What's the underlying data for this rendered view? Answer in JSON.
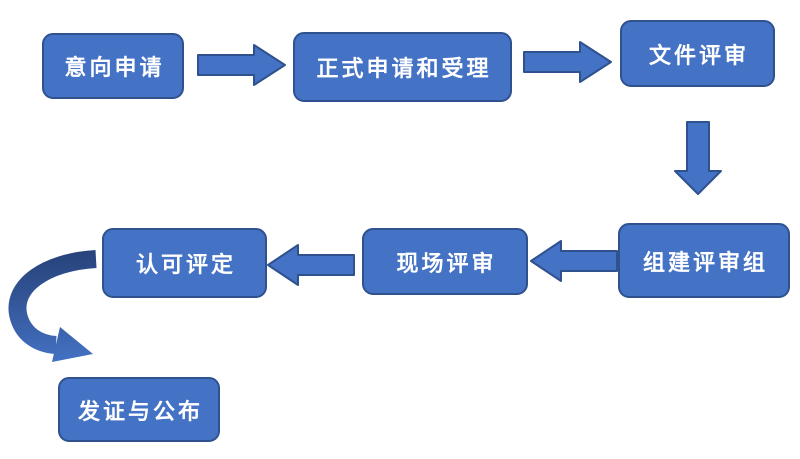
{
  "colors": {
    "background": "#ffffff",
    "shape_fill": "#4472C4",
    "shape_border": "#2F528F",
    "label_text": "#ffffff",
    "curve_arrow_dark": "#27437A",
    "curve_arrow_light": "#4472C4"
  },
  "flowchart": {
    "nodes": [
      {
        "id": "intent-application",
        "label": "意向申请"
      },
      {
        "id": "formal-application-and-acceptance",
        "label": "正式申请和受理"
      },
      {
        "id": "document-review",
        "label": "文件评审"
      },
      {
        "id": "form-review-team",
        "label": "组建评审组"
      },
      {
        "id": "onsite-review",
        "label": "现场评审"
      },
      {
        "id": "accreditation-assessment",
        "label": "认可评定"
      },
      {
        "id": "certificate-issuance-and-publication",
        "label": "发证与公布"
      }
    ],
    "connectors": [
      {
        "from": "意向申请",
        "to": "正式申请和受理",
        "direction": "right"
      },
      {
        "from": "正式申请和受理",
        "to": "文件评审",
        "direction": "right"
      },
      {
        "from": "文件评审",
        "to": "组建评审组",
        "direction": "down"
      },
      {
        "from": "组建评审组",
        "to": "现场评审",
        "direction": "left"
      },
      {
        "from": "现场评审",
        "to": "认可评定",
        "direction": "left"
      },
      {
        "from": "认可评定",
        "to": "发证与公布",
        "direction": "curved-down"
      }
    ]
  }
}
